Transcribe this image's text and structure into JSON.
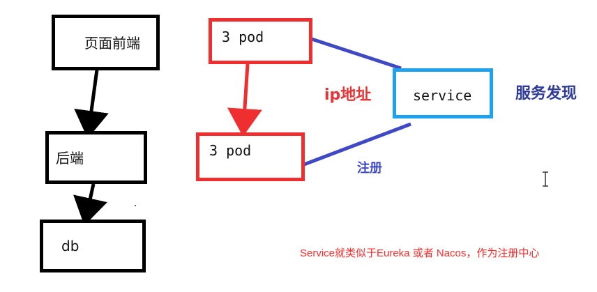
{
  "diagram": {
    "nodes": {
      "frontend": {
        "label": "页面前端"
      },
      "backend": {
        "label": "后端"
      },
      "db": {
        "label": "db"
      },
      "pod_top": {
        "label": "3 pod"
      },
      "pod_bottom": {
        "label": "3 pod"
      },
      "service": {
        "label": "service"
      }
    },
    "annotations": {
      "ip_address": "ip地址",
      "register": "注册",
      "service_discovery": "服务发现",
      "note": "Service就类似于Eureka 或者 Nacos，作为注册中心"
    },
    "edges": [
      {
        "from": "页面前端",
        "to": "后端"
      },
      {
        "from": "后端",
        "to": "db"
      },
      {
        "from": "3 pod",
        "to": "3 pod"
      },
      {
        "from": "3 pod",
        "to": "service"
      },
      {
        "from": "3 pod",
        "to": "service"
      }
    ],
    "colors": {
      "black": "#000000",
      "red": "#ef2f2f",
      "blue": "#1ea1ee",
      "navy_line": "#3f49c4",
      "ip_text": "#e83434",
      "register_text": "#3f49c4",
      "discovery_text": "#2f3b9b",
      "note_text": "#ff2b2b"
    }
  }
}
